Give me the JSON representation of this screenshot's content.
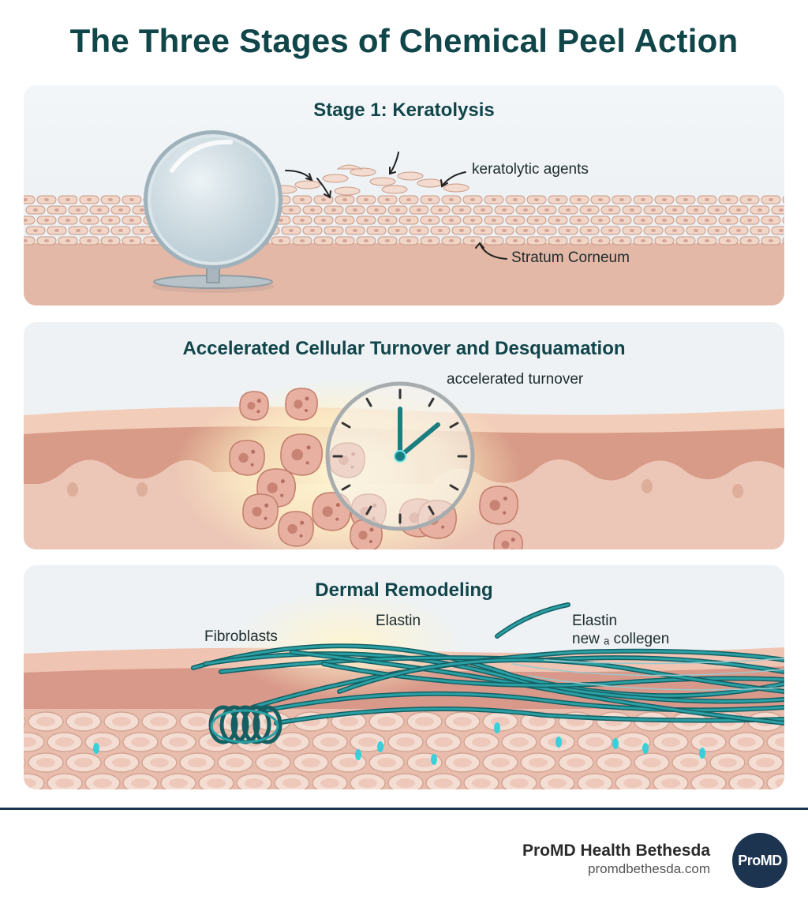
{
  "title": "The Three Stages of Chemical Peel Action",
  "stages": [
    {
      "title": "Stage 1: Keratolysis",
      "labels": {
        "agents": "keratolytic agents",
        "corneum": "Stratum Corneum"
      }
    },
    {
      "title": "Accelerated Cellular Turnover and Desquamation",
      "labels": {
        "turnover": "accelerated turnover"
      }
    },
    {
      "title": "Dermal Remodeling",
      "labels": {
        "fibroblasts": "Fibroblasts",
        "elastin_a": "Elastin",
        "elastin_b": "Elastin",
        "collagen": "new ₐ collegen"
      }
    }
  ],
  "footer": {
    "brand": "ProMD Health Bethesda",
    "url": "promdbethesda.com",
    "logo": "ProMD"
  },
  "icons": [
    "mirror-icon",
    "clock-icon"
  ],
  "colors": {
    "title": "#10454a",
    "skin": "#e8bfae",
    "dermis": "#d99a88",
    "fiber": "#1a7d80",
    "accent": "#2fd0dc",
    "brand": "#1c3450"
  }
}
